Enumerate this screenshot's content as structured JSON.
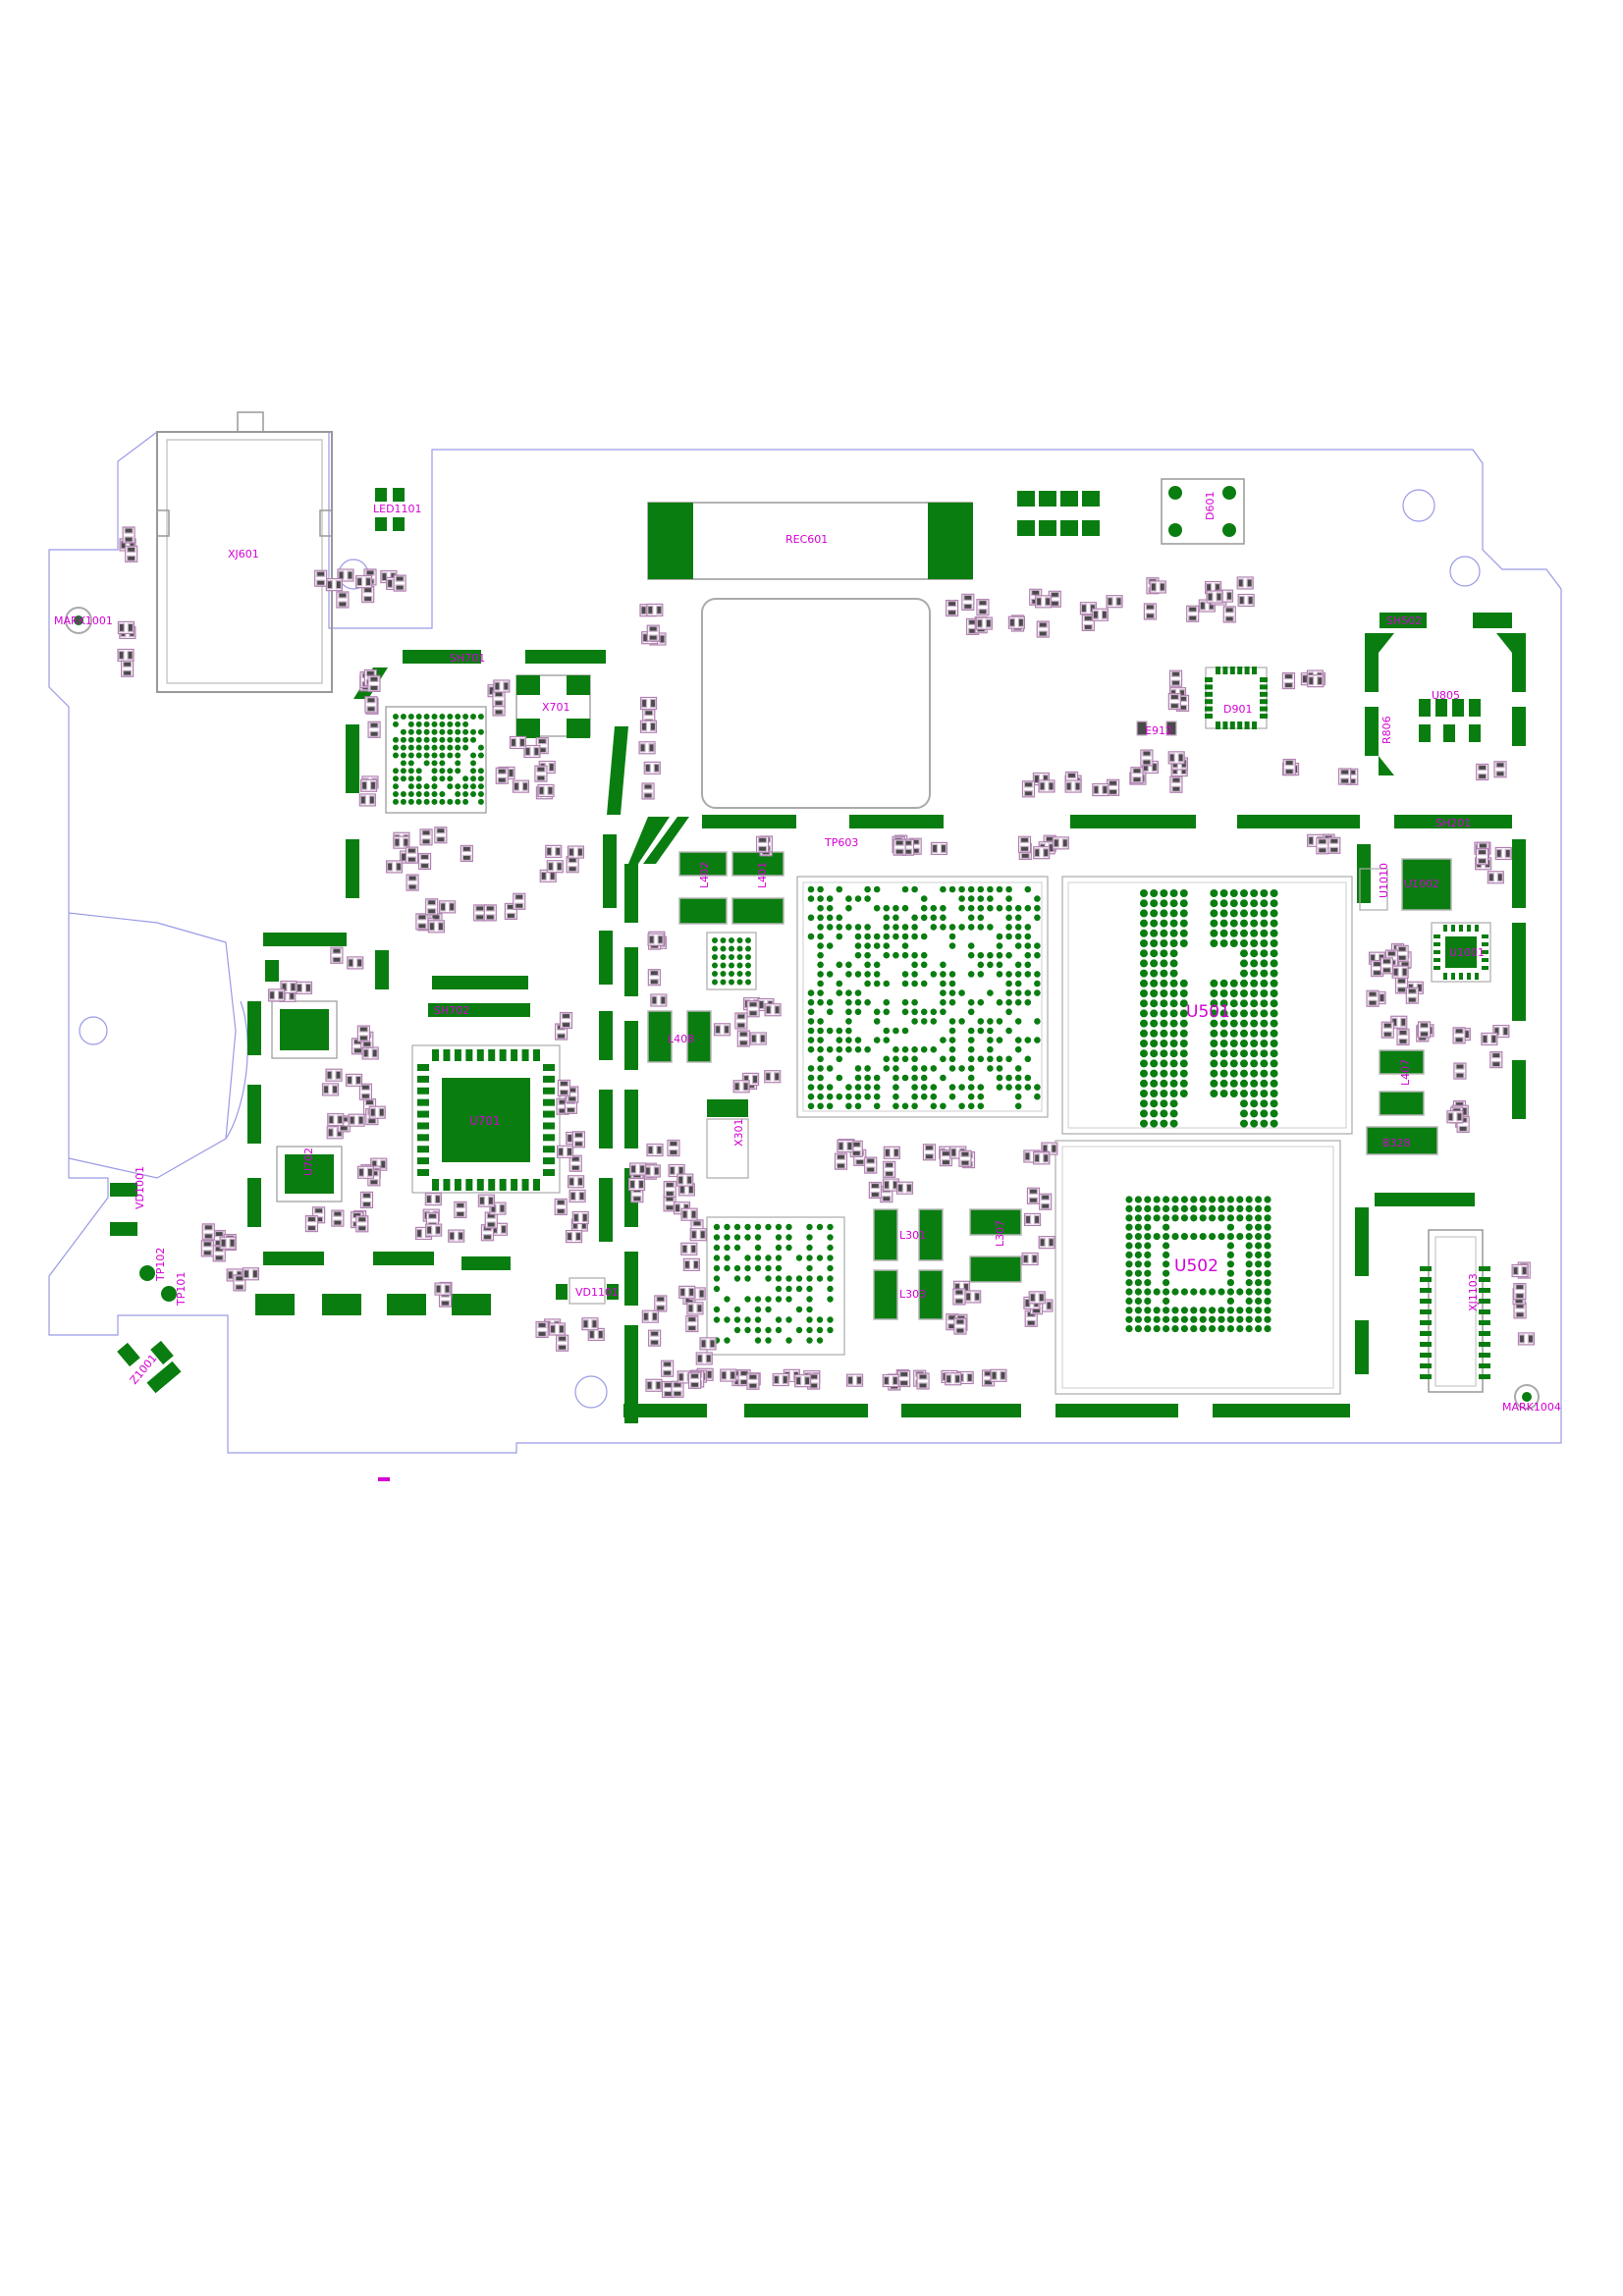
{
  "board": {
    "colors": {
      "copper": "#0a7d10",
      "label": "#d400d4",
      "outline": "#9a9ae6",
      "silkscreen": "#b8b8b8",
      "component_body": "#4a4a4a"
    },
    "labels": {
      "xj601": "XJ601",
      "led1101": "LED1101",
      "mark1001": "MARK1001",
      "rec601": "REC601",
      "d601": "D601",
      "u805": "U805",
      "sh502": "SH502",
      "x701": "X701",
      "sh701": "SH701",
      "sh702": "SH702",
      "u701": "U701",
      "d901": "D901",
      "sh201": "SH201",
      "u501": "U501",
      "u502": "U502",
      "x301": "X301",
      "xj1103": "XJ1103",
      "vd1101": "VD1101",
      "mark1004": "MARK1004",
      "tp102": "TP102",
      "tp101": "TP101",
      "z1001": "Z1001",
      "vd1001": "VD1001",
      "u1001": "U1001",
      "l402": "L402",
      "l401": "L401",
      "l408": "L408",
      "l301": "L301",
      "l303": "L303",
      "l307": "L307",
      "u1002": "U1002",
      "u1010": "U1010",
      "b328": "B328",
      "l407": "L407",
      "e912": "E912",
      "r806": "R806",
      "u702": "U702",
      "tp603": "TP603"
    }
  }
}
